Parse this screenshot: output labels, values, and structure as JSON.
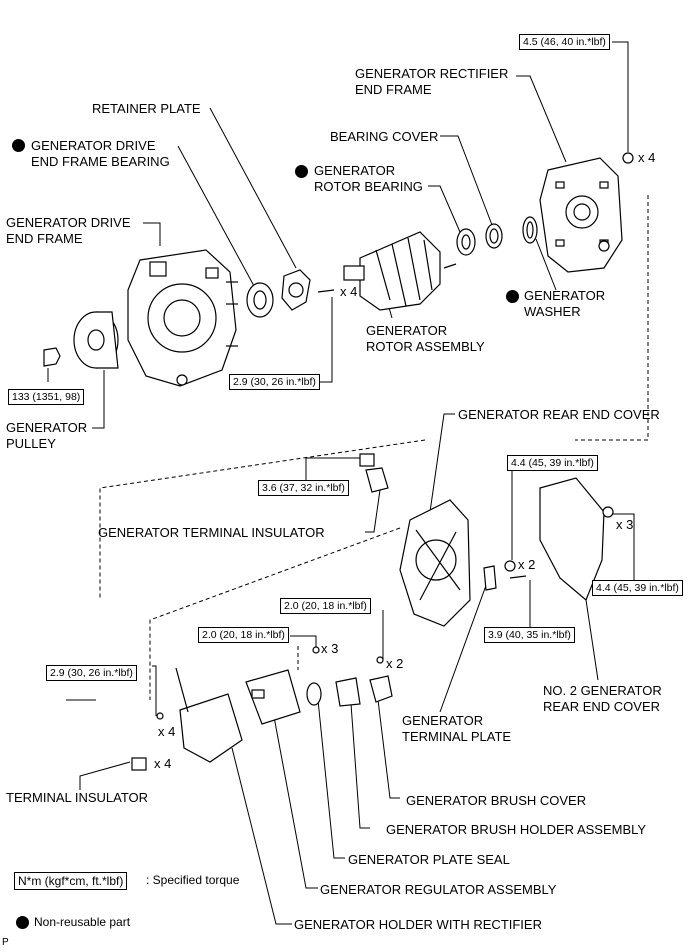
{
  "labels": {
    "rectifier_end_frame_1": "GENERATOR RECTIFIER",
    "rectifier_end_frame_2": "END FRAME",
    "retainer_plate": "RETAINER PLATE",
    "bearing_cover": "BEARING COVER",
    "drive_end_frame_bearing_1": "GENERATOR DRIVE",
    "drive_end_frame_bearing_2": "END FRAME BEARING",
    "rotor_bearing_1": "GENERATOR",
    "rotor_bearing_2": "ROTOR BEARING",
    "drive_end_frame_1": "GENERATOR DRIVE",
    "drive_end_frame_2": "END FRAME",
    "generator_washer_1": "GENERATOR",
    "generator_washer_2": "WASHER",
    "rotor_assembly_1": "GENERATOR",
    "rotor_assembly_2": "ROTOR ASSEMBLY",
    "pulley_1": "GENERATOR",
    "pulley_2": "PULLEY",
    "rear_end_cover": "GENERATOR REAR END COVER",
    "terminal_insulator_gen": "GENERATOR TERMINAL INSULATOR",
    "no2_rear_end_cover_1": "NO. 2 GENERATOR",
    "no2_rear_end_cover_2": "REAR END COVER",
    "terminal_plate_1": "GENERATOR",
    "terminal_plate_2": "TERMINAL PLATE",
    "terminal_insulator": "TERMINAL INSULATOR",
    "brush_cover": "GENERATOR BRUSH COVER",
    "brush_holder_assembly": "GENERATOR BRUSH HOLDER ASSEMBLY",
    "plate_seal": "GENERATOR PLATE SEAL",
    "regulator_assembly": "GENERATOR REGULATOR ASSEMBLY",
    "holder_with_rectifier": "GENERATOR HOLDER WITH RECTIFIER"
  },
  "torques": {
    "t_rect_nut": "4.5 (46, 40 in.*lbf)",
    "t_pulley": "133 (1351, 98)",
    "t_retainer": "2.9 (30, 26 in.*lbf)",
    "t_insulator": "3.6 (37, 32 in.*lbf)",
    "t_rear_nut_a": "4.4 (45, 39 in.*lbf)",
    "t_rear_nut_b": "4.4 (45, 39 in.*lbf)",
    "t_terminal_bolt": "3.9 (40, 35 in.*lbf)",
    "t_brush_cover": "2.0 (20, 18 in.*lbf)",
    "t_regulator": "2.0 (20, 18 in.*lbf)",
    "t_holder": "2.9 (30, 26 in.*lbf)"
  },
  "quantities": {
    "q_rect": "x 4",
    "q_retainer": "x 4",
    "q_rear_nut": "x 3",
    "q_terminal_plate": "x 2",
    "q_regulator": "x 3",
    "q_brush": "x 2",
    "q_holder": "x 4",
    "q_insulator": "x 4"
  },
  "legend": {
    "torque_box": "N*m (kgf*cm, ft.*lbf)",
    "torque_text": ": Specified torque",
    "nonreusable_text": "Non-reusable part"
  },
  "corner_mark": "P"
}
